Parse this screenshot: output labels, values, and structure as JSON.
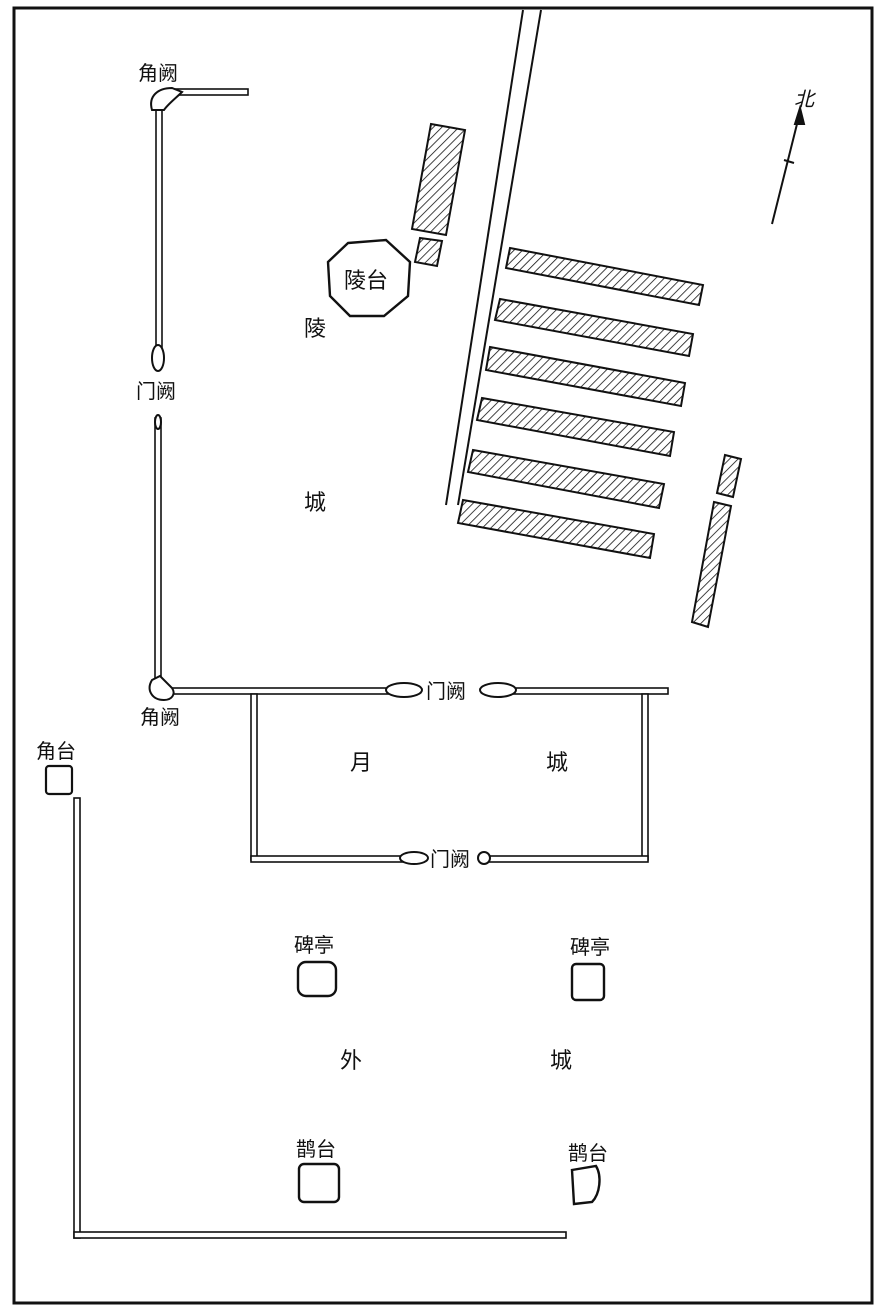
{
  "labels": {
    "corner_que_top": "角阙",
    "mausoleum_mound": "陵台",
    "ling": "陵",
    "gate_que_west": "门阙",
    "cheng_ling": "城",
    "corner_que_bottom": "角阙",
    "gate_que_north_1": "门阙",
    "gate_que_north_2": "门阙",
    "corner_tower": "角台",
    "yue": "月",
    "cheng_yue": "城",
    "stele_pavilion_left": "碑亭",
    "stele_pavilion_right": "碑亭",
    "wai": "外",
    "cheng_wai": "城",
    "que_tai_left": "鹊台",
    "que_tai_right": "鹊台",
    "north": "北"
  },
  "colors": {
    "ink": "#111111",
    "paper": "#ffffff"
  }
}
